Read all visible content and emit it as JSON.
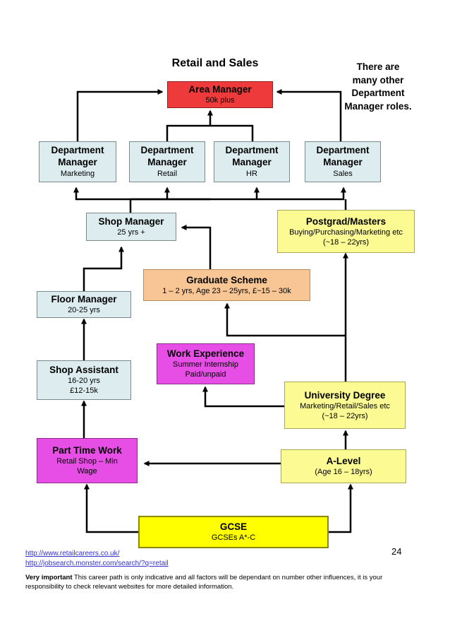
{
  "title": "Retail and Sales",
  "note": "There are many other Department Manager roles.",
  "page_number": "24",
  "links": [
    "http://www.retailcareers.co.uk/",
    "http://jobsearch.monster.com/search/?q=retail"
  ],
  "disclaimer": {
    "bold": "Very important",
    "text": " This career path is only indicative and all factors will be dependant on number other influences, it is your responsibility to check relevant websites for more detailed information."
  },
  "nodes": {
    "area_manager": {
      "title": "Area Manager",
      "sub": "50k plus",
      "color": "#ee3a3a"
    },
    "dept_marketing": {
      "title": "Department Manager",
      "sub": "Marketing",
      "color": "#dcecef"
    },
    "dept_retail": {
      "title": "Department Manager",
      "sub": "Retail",
      "color": "#dcecef"
    },
    "dept_hr": {
      "title": "Department Manager",
      "sub": "HR",
      "color": "#dcecef"
    },
    "dept_sales": {
      "title": "Department Manager",
      "sub": "Sales",
      "color": "#dcecef"
    },
    "shop_manager": {
      "title": "Shop Manager",
      "sub": "25 yrs +",
      "color": "#dcecef"
    },
    "postgrad": {
      "title": "Postgrad/Masters",
      "sub": "Buying/Purchasing/Marketing etc",
      "sub2": "(~18 – 22yrs)",
      "color": "#fbfa93"
    },
    "graduate_scheme": {
      "title": "Graduate Scheme",
      "sub": "1 – 2 yrs, Age 23 – 25yrs, £~15 – 30k",
      "color": "#f8c694"
    },
    "floor_manager": {
      "title": "Floor Manager",
      "sub": "20-25 yrs",
      "color": "#dcecef"
    },
    "work_experience": {
      "title": "Work Experience",
      "sub": "Summer Internship",
      "sub2": "Paid/unpaid",
      "color": "#e64ee6"
    },
    "shop_assistant": {
      "title": "Shop Assistant",
      "sub": "16-20 yrs",
      "sub2": "£12-15k",
      "color": "#dcecef"
    },
    "university_degree": {
      "title": "University Degree",
      "sub": "Marketing/Retail/Sales etc",
      "sub2": "(~18 – 22yrs)",
      "color": "#fbfa93"
    },
    "part_time_work": {
      "title": "Part Time Work",
      "sub": "Retail Shop – Min",
      "sub2": "Wage",
      "color": "#e64ee6"
    },
    "a_level": {
      "title": "A-Level",
      "sub": "(Age 16 – 18yrs)",
      "color": "#fbfa93"
    },
    "gcse": {
      "title": "GCSE",
      "sub": "GCSEs A*-C",
      "color": "#ffff00"
    }
  }
}
